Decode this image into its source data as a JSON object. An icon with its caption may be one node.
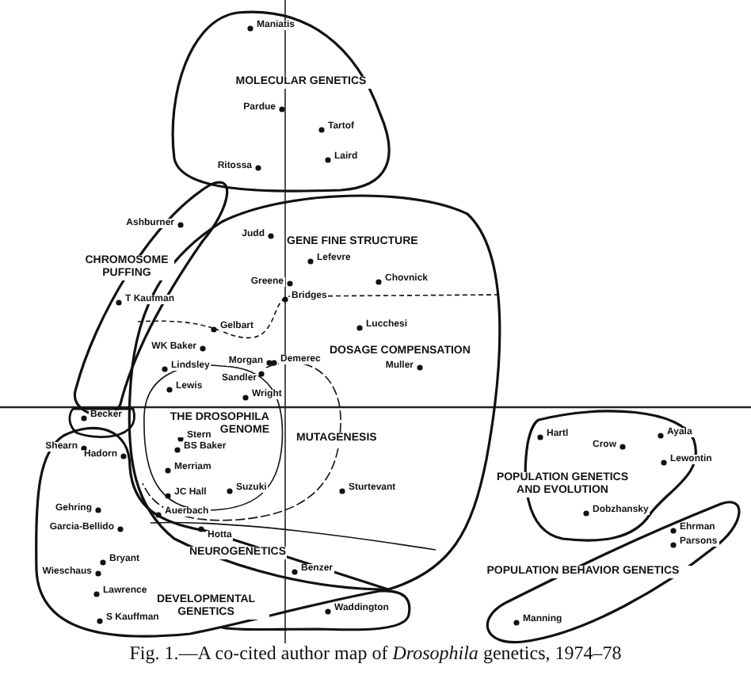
{
  "diagram": {
    "caption": "Fig. 1.—A co-cited author map of *Drosophila* genetics, 1974–78",
    "labels": [
      "Maniatis",
      "MOLECULAR GENETICS",
      "Pardue",
      "Tartof",
      "Laird",
      "Ritossa",
      "Ashburner",
      "CHROMOSOME PUFFING",
      "T Kaufman",
      "Judd",
      "GENE FINE STRUCTURE",
      "Lefevre",
      "Chovnick",
      "Greene",
      "Bridges",
      "Lucchesi",
      "Gelbart",
      "WK Baker",
      "DOSAGE COMPENSATION",
      "Muller",
      "Morgan",
      "Demerec",
      "Sandler",
      "Lindsley",
      "Lewis",
      "Wright",
      "Becker",
      "THE DROSOPHILA GENOME",
      "MUTAGENESIS",
      "Stern",
      "Shearn",
      "Hadorn",
      "BS Baker",
      "Merriam",
      "Suzuki",
      "JC Hall",
      "Sturtevant",
      "Auerbach",
      "Gehring",
      "Garcia-Bellido",
      "Hotta",
      "NEUROGENETICS",
      "Bryant",
      "Wieschaus",
      "Benzer",
      "Lawrence",
      "DEVELOPMENTAL GENETICS",
      "Waddington",
      "S Kauffman",
      "Hartl",
      "Ayala",
      "Crow",
      "Lewontin",
      "POPULATION GENETICS AND EVOLUTION",
      "Dobzhansky",
      "Ehrman",
      "Parsons",
      "POPULATION BEHAVIOR GENETICS",
      "Manning"
    ]
  }
}
